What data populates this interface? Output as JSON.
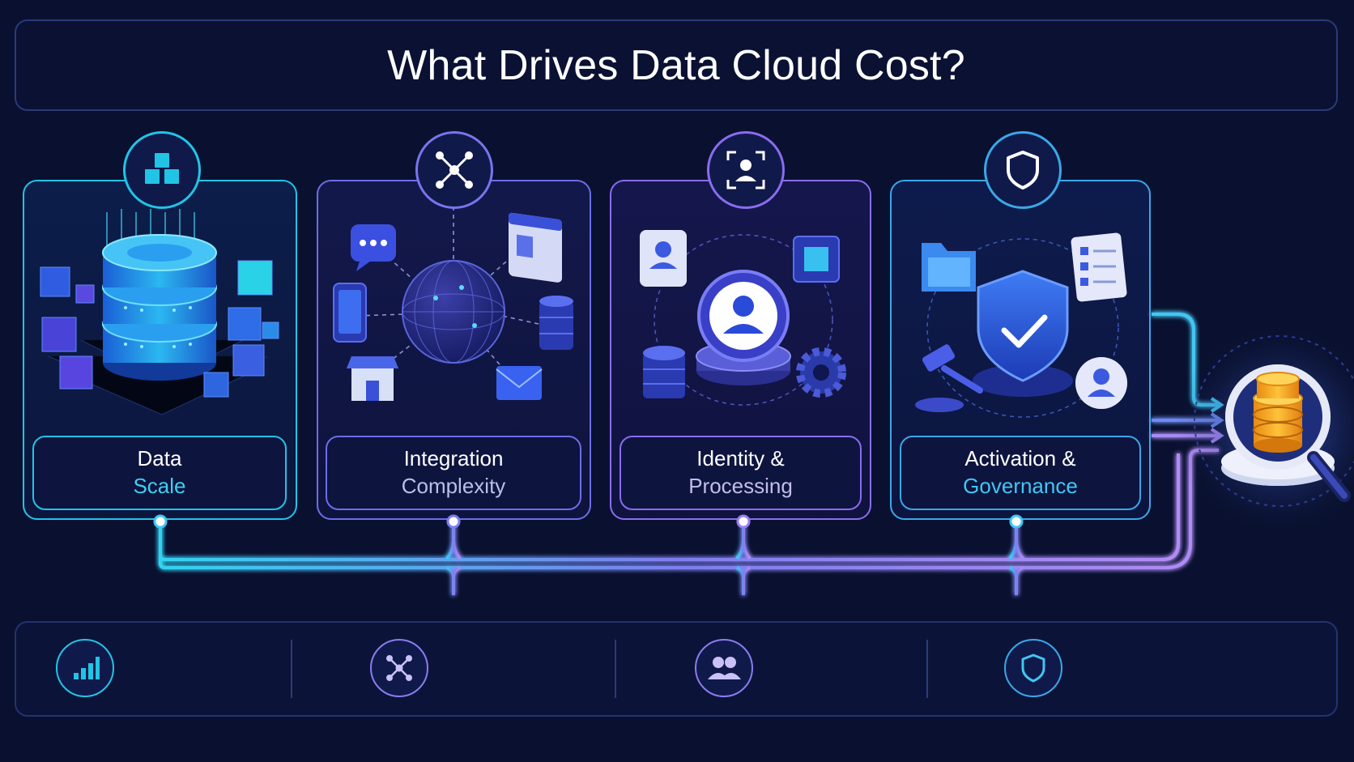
{
  "title": "What Drives Data Cloud Cost?",
  "cards": [
    {
      "line1": "Data",
      "line2": "Scale",
      "icon": "cubes-icon",
      "accent": "#22c4e6",
      "accent_text": "#3fd0f0",
      "illustration": "database-with-cubes"
    },
    {
      "line1": "Integration",
      "line2": "Complexity",
      "icon": "network-icon",
      "accent": "#6d6de8",
      "accent_text": "#b9c0e8",
      "illustration": "globe-hub-with-connected-sources"
    },
    {
      "line1": "Identity &",
      "line2": "Processing",
      "icon": "face-scan-icon",
      "accent": "#8a6cf0",
      "accent_text": "#c2bde8",
      "illustration": "user-profile-hub"
    },
    {
      "line1": "Activation &",
      "line2": "Governance",
      "icon": "shield-icon",
      "accent": "#3aa8e8",
      "accent_text": "#42c6f2",
      "illustration": "shield-with-checkmark"
    }
  ],
  "result": {
    "icon": "coins-magnifier-icon"
  },
  "footer_icons": [
    "bar-chart-icon",
    "network-icon",
    "users-icon",
    "shield-icon"
  ],
  "colors": {
    "background": "#0a1130",
    "cyan": "#22c4e6",
    "purple": "#8a6cf0",
    "coin": "#f6a623"
  }
}
